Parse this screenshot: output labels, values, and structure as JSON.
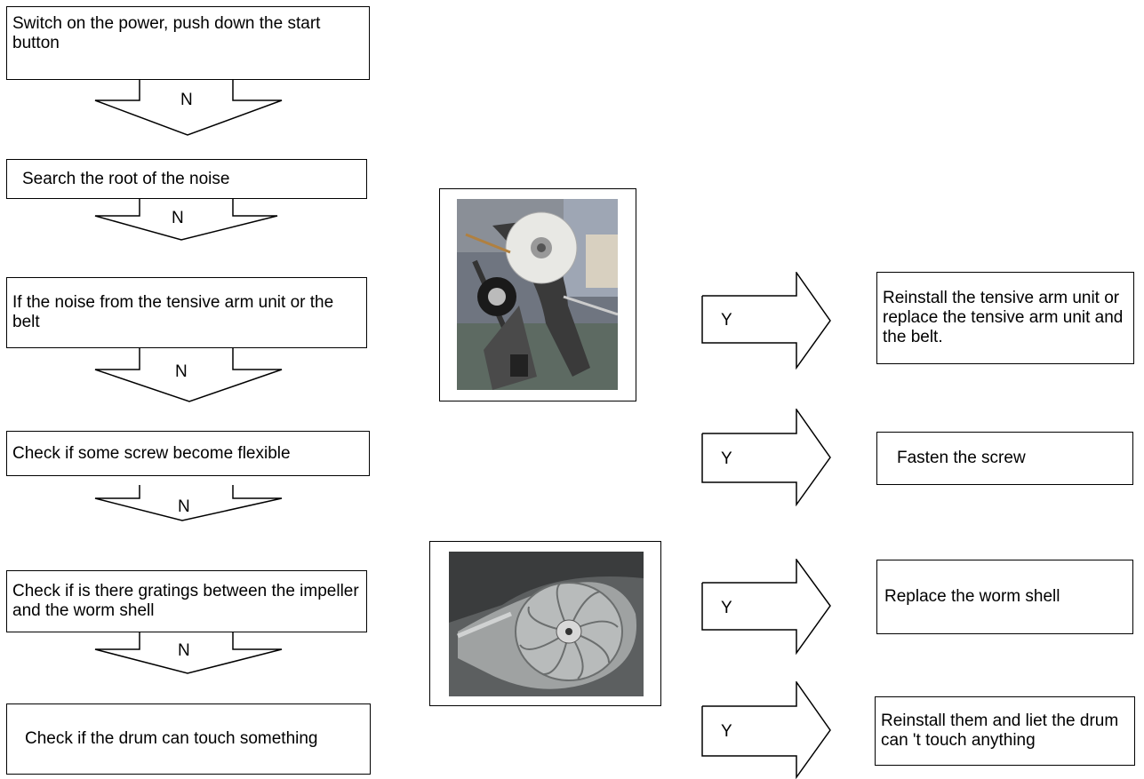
{
  "steps": [
    {
      "text": "Switch on the power, push down the start button"
    },
    {
      "text": "Search the root of the noise"
    },
    {
      "text": "If the noise from the tensive arm unit or the belt"
    },
    {
      "text": "Check if some screw become flexible"
    },
    {
      "text": "Check if is there gratings between the impeller and the worm shell"
    },
    {
      "text": "Check if the drum can touch something"
    }
  ],
  "no_label": "N",
  "yes_label": "Y",
  "results": [
    {
      "text": "Reinstall the tensive arm unit or replace the tensive arm unit and the belt."
    },
    {
      "text": "Fasten the screw"
    },
    {
      "text": "Replace the worm shell"
    },
    {
      "text": "Reinstall them and liet the drum can 't touch anything"
    }
  ]
}
